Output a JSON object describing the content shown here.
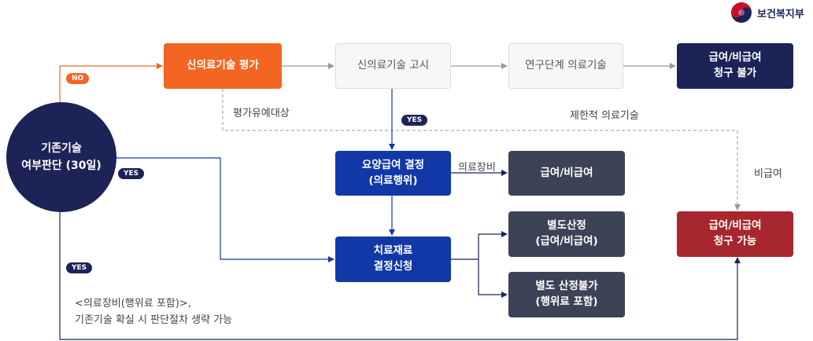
{
  "logo": {
    "text": "보건복지부"
  },
  "nodes": {
    "existing_check": "기존기술\n여부판단 (30일)",
    "new_tech_eval": "신의료기술 평가",
    "new_tech_notice": "신의료기술 고시",
    "research_tech": "연구단계 의료기술",
    "claim_unavailable": "급여/비급여\n청구 불가",
    "coverage_decision": "요양급여 결정\n(의료행위)",
    "benefit_nonbenefit": "급여/비급여",
    "treatment_material": "치료재료\n결정신청",
    "separate_calc": "별도산정\n(급여/비급여)",
    "separate_calc_unavailable": "별도 산정불가\n(행위료 포함)",
    "claim_available": "급여/비급여\n청구 가능"
  },
  "labels": {
    "deferred_eval": "평가유예대상",
    "limited_tech": "제한적 의료기술",
    "non_benefit": "비급여",
    "medical_equipment": "의료장비",
    "note": "<의료장비(행위료 포함)>,\n기존기술 확실 시 판단절차 생략 가능"
  },
  "badges": {
    "no": "NO",
    "yes_1": "YES",
    "yes_2": "YES",
    "yes_3": "YES"
  },
  "colors": {
    "orange": "#f26522",
    "navy": "#1c2357",
    "blue": "#1238a8",
    "slate": "#3c4356",
    "red": "#a8262d",
    "gray_line": "#9a9a9a"
  }
}
